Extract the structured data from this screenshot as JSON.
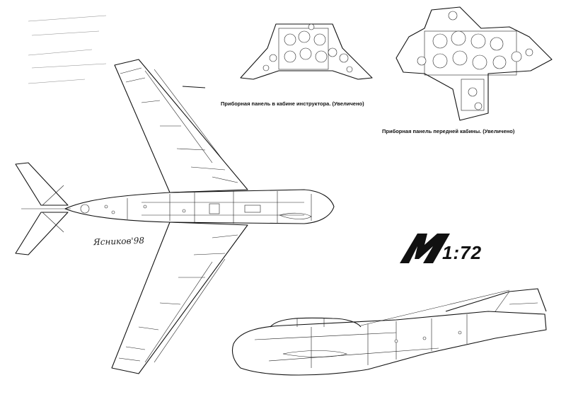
{
  "captions": {
    "instructor_panel": "Приборная панель в кабине инструктора. (Увеличено)",
    "front_panel": "Приборная панель передней кабины. (Увеличено)"
  },
  "scale": {
    "logo_letter": "M",
    "ratio": "1:72"
  },
  "signature": "Ясников'98",
  "colors": {
    "ink": "#111111",
    "paper": "#ffffff"
  }
}
